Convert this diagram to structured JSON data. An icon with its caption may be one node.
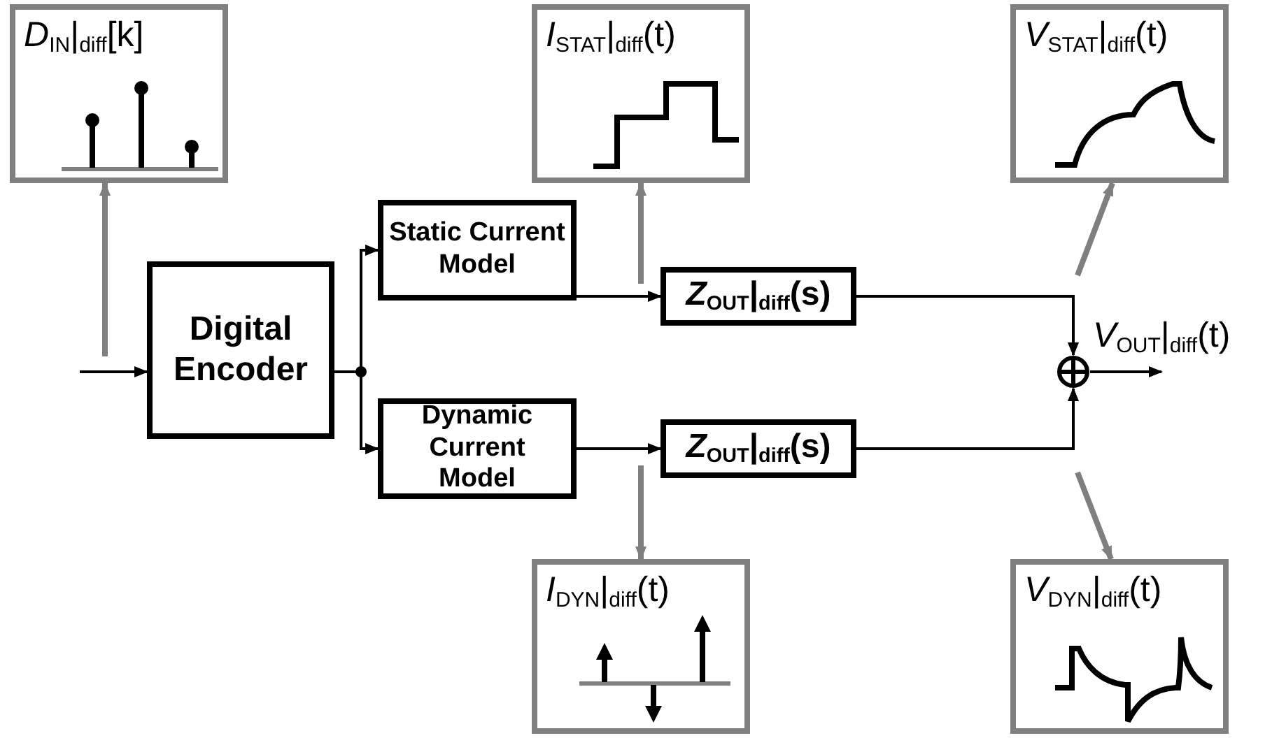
{
  "diagram": {
    "nodes": [
      {
        "text": [
          "Digital Encoder"
        ]
      },
      {
        "text": [
          "Static Current Model"
        ]
      },
      {
        "text": [
          "Dynamic Current Model"
        ]
      },
      {
        "text": [
          "*Z*$_{OUT}$|$_{diff}$(s)"
        ]
      },
      {
        "text": [
          "*Z*$_{OUT}$|$_{diff}$(s)"
        ]
      },
      {
        "text": [],
        "shape": "circle"
      },
      {
        "text": [
          "*D*$_{IN}$|$_{diff}$[k]"
        ]
      },
      {
        "text": [
          "*I*$_{STAT}$|$_{diff}$(t)"
        ]
      },
      {
        "text": [
          "*V*$_{STAT}$|$_{diff}$(t)"
        ]
      },
      {
        "text": [
          "*I*$_{DYN}$|$_{diff}$(t)"
        ]
      },
      {
        "text": [
          "*V*$_{DYN}$|$_{diff}$(t)"
        ]
      }
    ],
    "edges": [
      {
        "from": null,
        "to": 0,
        "arrow": "to"
      },
      {
        "from": 0,
        "to": 1,
        "arrow": "to"
      },
      {
        "from": 0,
        "to": 2,
        "arrow": "to"
      },
      {
        "from": 1,
        "to": 3,
        "arrow": "to"
      },
      {
        "from": 2,
        "to": 4,
        "arrow": "to"
      },
      {
        "from": 3,
        "to": 5,
        "arrow": "to"
      },
      {
        "from": 4,
        "to": 5,
        "arrow": "to"
      },
      {
        "from": 5,
        "to": null,
        "arrow": "to",
        "label": "*V*$_{OUT}$|$_{diff}$(t)"
      },
      {
        "from": null,
        "to": 6,
        "arrow": "to",
        "style": "thick",
        "color": "#7f7f7f"
      },
      {
        "from": null,
        "to": 7,
        "arrow": "to",
        "style": "thick",
        "color": "#7f7f7f"
      },
      {
        "from": null,
        "to": 8,
        "arrow": "to",
        "style": "thick",
        "color": "#7f7f7f"
      },
      {
        "from": null,
        "to": 9,
        "arrow": "to",
        "style": "thick",
        "color": "#7f7f7f"
      },
      {
        "from": null,
        "to": 10,
        "arrow": "to",
        "style": "thick",
        "color": "#7f7f7f"
      }
    ]
  }
}
